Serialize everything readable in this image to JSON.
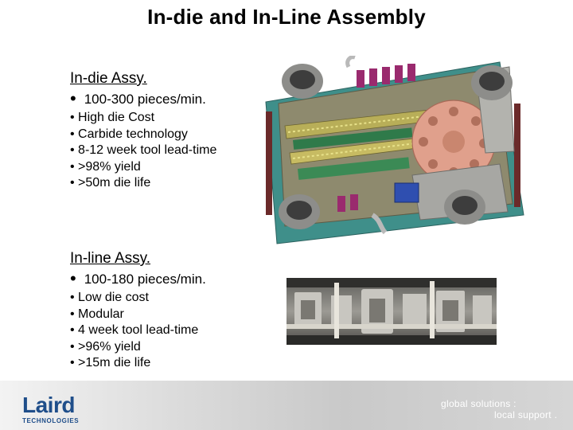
{
  "title": "In-die and In-Line Assembly",
  "in_die": {
    "heading": "In-die Assy.",
    "first_bullet": "100-300 pieces/min.",
    "bullets": [
      "• High die Cost",
      "• Carbide technology",
      "• 8-12 week tool lead-time",
      "• >98% yield",
      "• >50m die life"
    ]
  },
  "in_line": {
    "heading": "In-line Assy.",
    "first_bullet": "100-180 pieces/min.",
    "bullets": [
      "• Low die cost",
      "• Modular",
      "• 4 week tool lead-time",
      "• >96% yield",
      "• >15m die life"
    ]
  },
  "footer": {
    "logo_text": "Laird",
    "logo_subtext": "TECHNOLOGIES",
    "tagline_line1": "global solutions :",
    "tagline_line2": "local support ."
  },
  "colors": {
    "logo_blue": "#1f4e8a",
    "machine_plate": "#8e8a6e",
    "machine_base": "#3f8f8a",
    "rotary_table": "#e0a08c"
  }
}
